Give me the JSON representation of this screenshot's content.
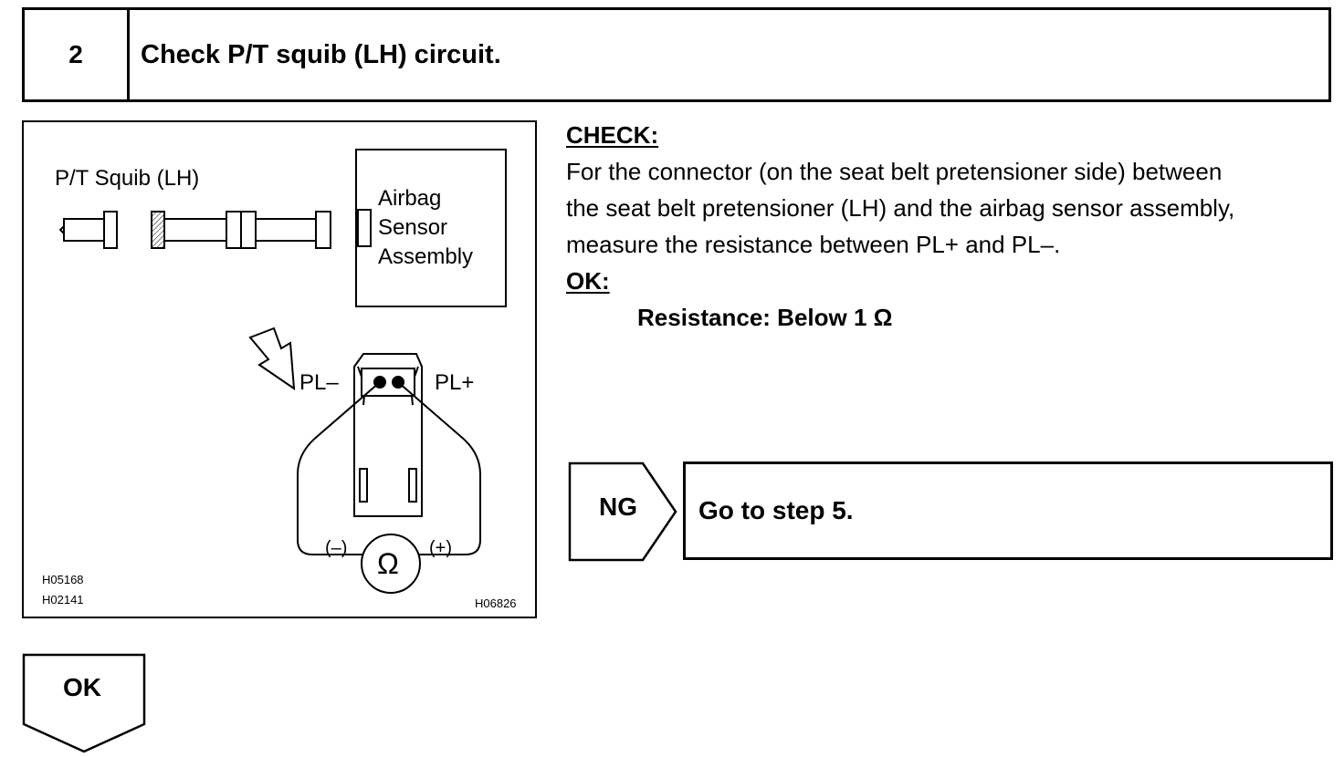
{
  "step": {
    "number": "2",
    "title": "Check P/T squib (LH) circuit."
  },
  "figure": {
    "squib_label": "P/T Squib (LH)",
    "sensor_label": [
      "Airbag",
      "Sensor",
      "Assembly"
    ],
    "pl_minus": "PL–",
    "pl_plus": "PL+",
    "meter_minus": "(–)",
    "meter_plus": "(+)",
    "ohm_symbol": "Ω",
    "codes_left": [
      "H05168",
      "H02141"
    ],
    "code_right": "H06826"
  },
  "check": {
    "heading": "CHECK:",
    "lines": [
      "For the connector (on the seat belt pretensioner side) between",
      "the seat belt pretensioner (LH) and the airbag sensor assembly,",
      "measure the resistance between PL+ and PL–."
    ],
    "ok_heading": "OK:",
    "spec": "Resistance: Below 1 Ω"
  },
  "ng": {
    "label": "NG",
    "action": "Go to step 5."
  },
  "ok": {
    "label": "OK"
  }
}
